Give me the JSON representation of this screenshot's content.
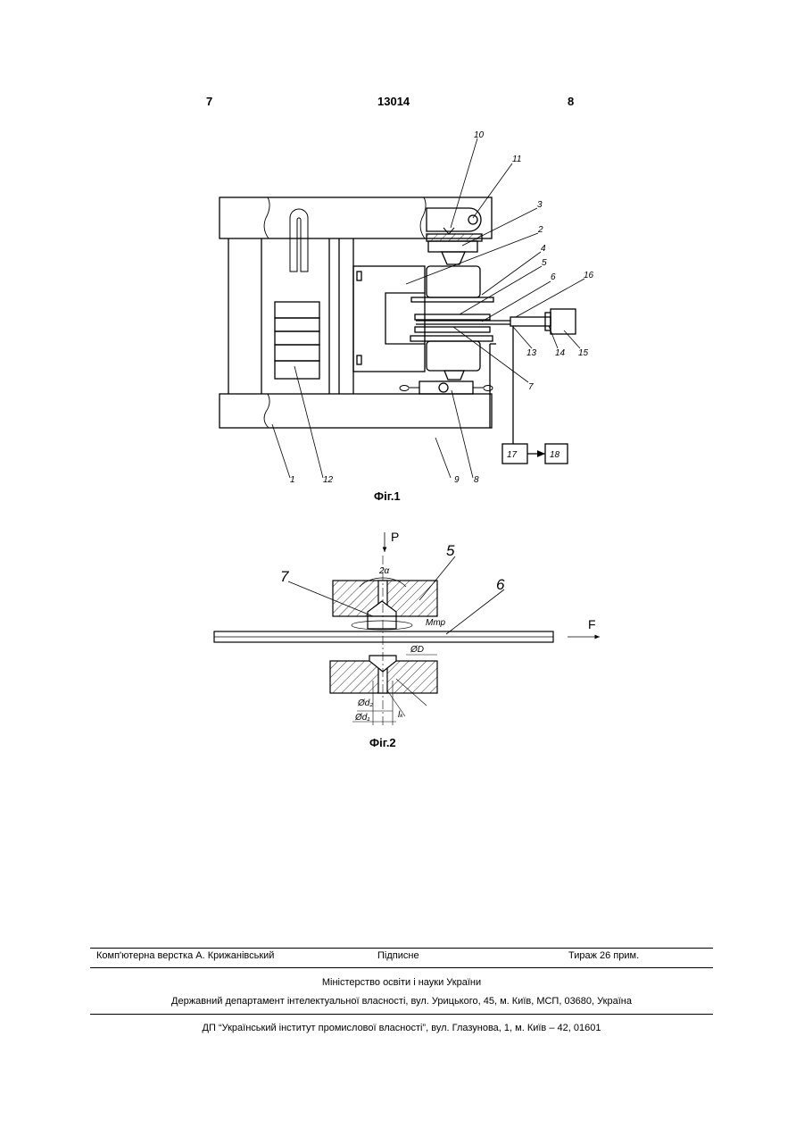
{
  "header": {
    "left_page": "7",
    "patent_number": "13014",
    "right_page": "8"
  },
  "figure1": {
    "caption": "Фіг.1",
    "labels": [
      "1",
      "2",
      "3",
      "4",
      "5",
      "6",
      "7",
      "8",
      "9",
      "10",
      "11",
      "12",
      "13",
      "14",
      "15",
      "16",
      "17",
      "18"
    ]
  },
  "figure2": {
    "caption": "Фіг.2",
    "labels": {
      "force_p": "P",
      "force_f": "F",
      "angle": "2α",
      "moment": "Mтр",
      "part5": "5",
      "part6": "6",
      "part7": "7",
      "dia_d": "ØD",
      "dia_d2": "Ød₂",
      "dia_d1": "Ød₁",
      "length": "lₖ"
    }
  },
  "footer": {
    "typesetting": "Комп'ютерна верстка А. Крижанівський",
    "signed": "Підписне",
    "circulation": "Тираж 26 прим.",
    "ministry": "Міністерство освіти і науки України",
    "department": "Державний департамент інтелектуальної власності, вул. Урицького, 45, м. Київ, МСП, 03680, Україна",
    "institute": "ДП “Український інститут промислової власності”, вул. Глазунова, 1, м. Київ – 42, 01601"
  }
}
